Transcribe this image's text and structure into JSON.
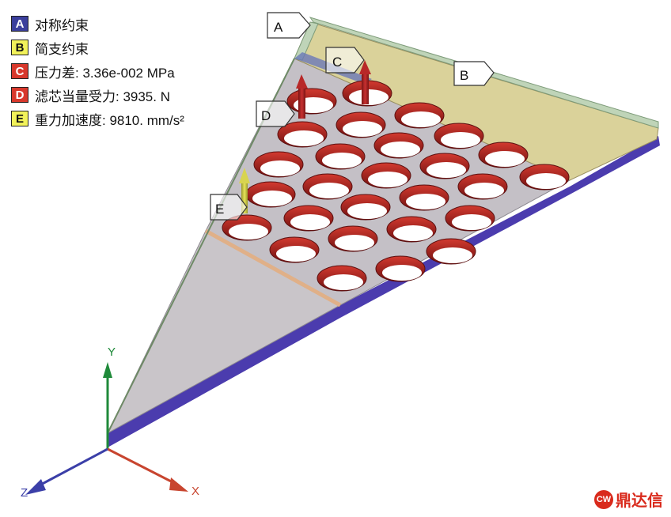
{
  "legend": [
    {
      "key": "A",
      "text": "对称约束",
      "color": "#3b3f9c",
      "text_color": "#ffffff"
    },
    {
      "key": "B",
      "text": "简支约束",
      "color": "#f2f25a",
      "text_color": "#111111"
    },
    {
      "key": "C",
      "text": "压力差: 3.36e-002 MPa",
      "color": "#d8382c",
      "text_color": "#ffffff"
    },
    {
      "key": "D",
      "text": "滤芯当量受力: 3935. N",
      "color": "#d8382c",
      "text_color": "#ffffff"
    },
    {
      "key": "E",
      "text": "重力加速度: 9810. mm/s²",
      "color": "#f2f25a",
      "text_color": "#111111"
    }
  ],
  "callouts": [
    "A",
    "B",
    "C",
    "D",
    "E"
  ],
  "axes": {
    "x": "X",
    "y": "Y",
    "z": "Z",
    "x_color": "#c8452f",
    "y_color": "#1f8a3a",
    "z_color": "#3b3fa8"
  },
  "watermark": {
    "logo": "CW",
    "text": "鼎达信"
  },
  "colors": {
    "plate_top": "#c8c4c8",
    "plate_side": "#4a3ca8",
    "rim_green": "#bcd0b4",
    "rim_yellow": "#d8d098",
    "hole_red": "#a61c1c"
  }
}
